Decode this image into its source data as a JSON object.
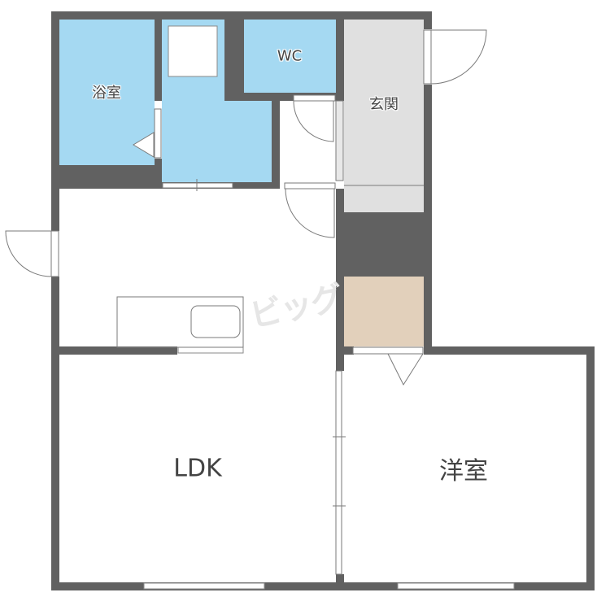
{
  "colors": {
    "wall": "#616161",
    "wet_area": "#a5d9f2",
    "entrance": "#e0e0e0",
    "storage": "#e2d0bb",
    "floor": "#ffffff",
    "fixture_line": "#7a7a7a",
    "label_text": "#444444",
    "watermark": "#e6e6e6"
  },
  "rooms": {
    "bath": {
      "label": "浴室"
    },
    "wc": {
      "label": "WC"
    },
    "entrance": {
      "label": "玄関"
    },
    "ldk": {
      "label": "LDK"
    },
    "western_room": {
      "label": "洋室"
    },
    "washroom": {
      "label": ""
    },
    "storage": {
      "label": ""
    }
  },
  "watermark": {
    "text": "ビッグ"
  }
}
